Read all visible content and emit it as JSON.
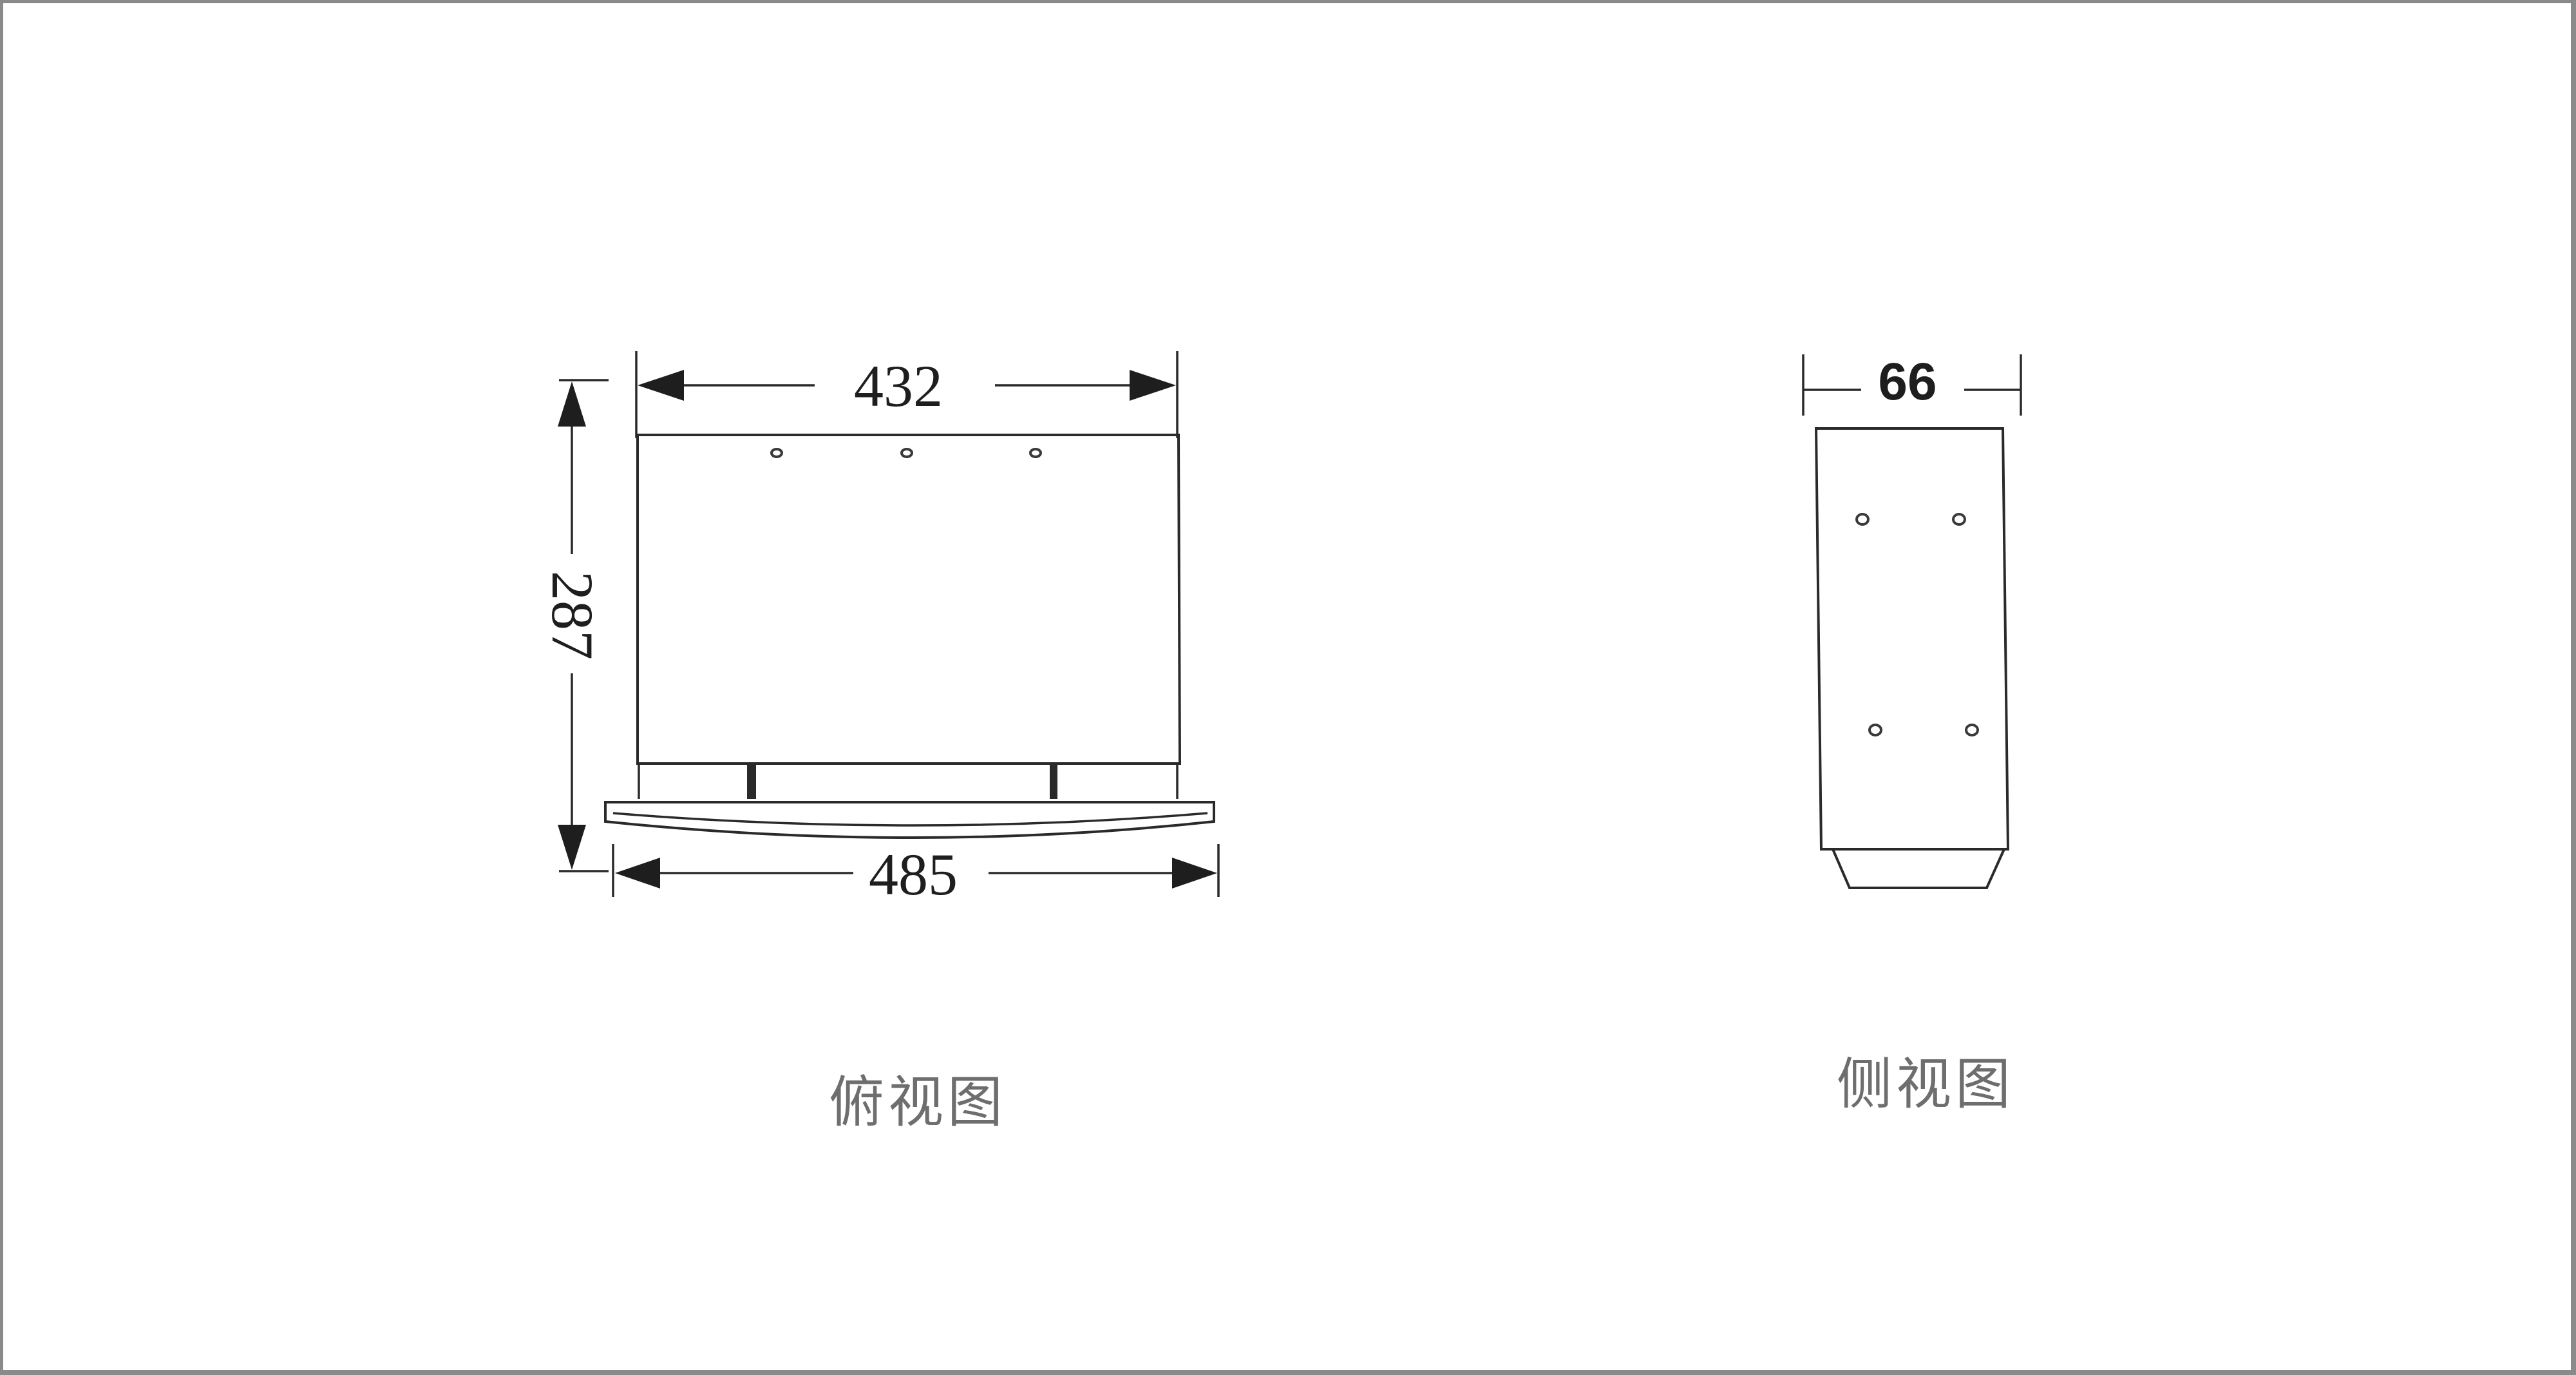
{
  "top_view": {
    "caption": "俯视图",
    "width_label": "432",
    "depth_label": "287",
    "base_width_label": "485"
  },
  "side_view": {
    "caption": "侧视图",
    "width_label": "66"
  },
  "colors": {
    "line": "#2a2a2a",
    "caption": "#6e6e6e",
    "frame": "#8a8a8a"
  }
}
